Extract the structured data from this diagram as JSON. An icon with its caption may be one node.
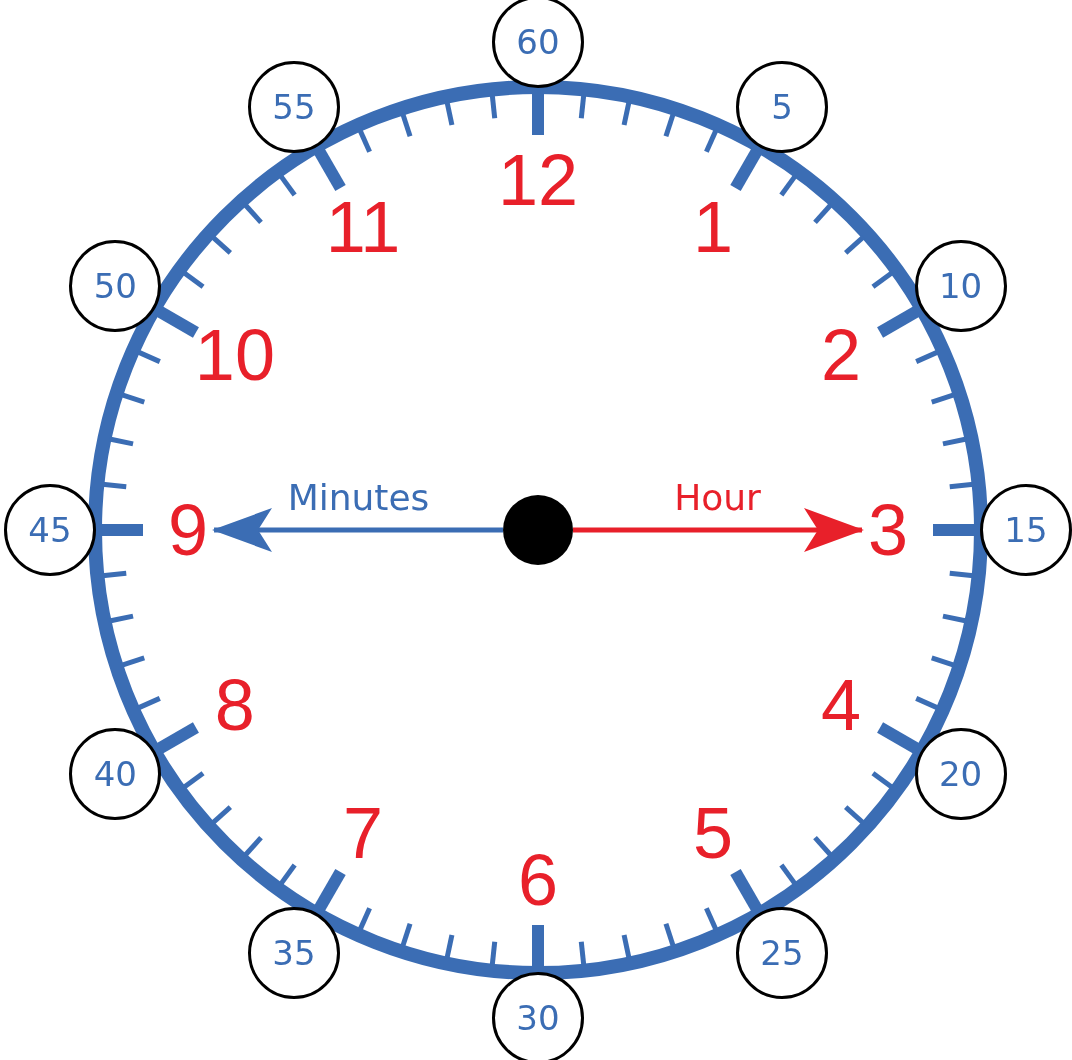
{
  "diagram": {
    "nodes": [
      {
        "text": [
          "60"
        ]
      },
      {
        "text": [
          "55"
        ]
      },
      {
        "text": [
          "5"
        ]
      },
      {
        "text": [
          "50"
        ]
      },
      {
        "text": [
          "10"
        ]
      },
      {
        "text": [
          "45"
        ]
      },
      {
        "text": [
          "9"
        ]
      },
      {
        "text": [],
        "shape": "circle"
      },
      {
        "text": [
          "3"
        ]
      },
      {
        "text": [
          "15"
        ]
      },
      {
        "text": [
          "40"
        ]
      },
      {
        "text": [
          "20"
        ]
      },
      {
        "text": [
          "35"
        ]
      },
      {
        "text": [
          "25"
        ]
      },
      {
        "text": [
          "30"
        ]
      }
    ],
    "edges": [
      {
        "from": 7,
        "to": 6,
        "arrow": "to",
        "label": "Minutes",
        "color": "#3b6db4"
      },
      {
        "from": 7,
        "to": 8,
        "arrow": "to",
        "label": "Hour",
        "color": "#e8202a"
      }
    ],
    "labels": [
      "12",
      "11",
      "1",
      "10",
      "2",
      "8",
      "4",
      "7",
      "5",
      "6"
    ]
  }
}
